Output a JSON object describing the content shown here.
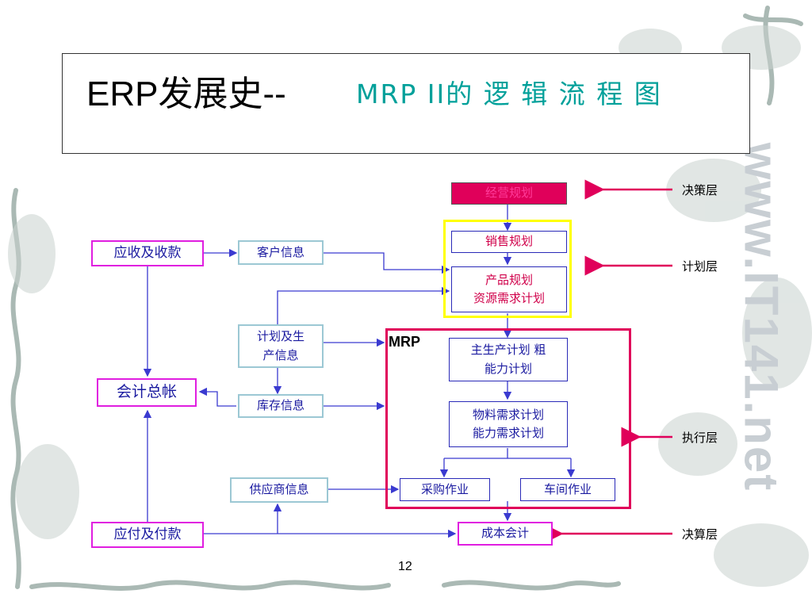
{
  "title": {
    "main": "ERP发展史--",
    "sub": "MRP II的 逻 辑 流 程 图"
  },
  "nodes": {
    "business_planning": "经营规划",
    "sales_planning": "销售规划",
    "product_planning_line1": "产品规划",
    "product_planning_line2": "资源需求计划",
    "mps_line1": "主生产计划 粗",
    "mps_line2": "能力计划",
    "mrp_line1": "物料需求计划",
    "mrp_line2": "能力需求计划",
    "purchasing": "采购作业",
    "shop_floor": "车间作业",
    "cost_accounting": "成本会计",
    "receivables": "应收及收款",
    "payables": "应付及付款",
    "general_ledger": "会计总帐",
    "customer_info": "客户信息",
    "plan_production_info_line1": "计划及生",
    "plan_production_info_line2": "产信息",
    "inventory_info": "库存信息",
    "supplier_info": "供应商信息"
  },
  "mrp_label": "MRP",
  "layers": {
    "decision": "决策层",
    "planning": "计划层",
    "execution": "执行层",
    "settlement": "决算层"
  },
  "page_number": "12",
  "watermark": "www.IT141.net",
  "colors": {
    "title_sub": "#00a09a",
    "node_text": "#1a1aa0",
    "accent_magenta": "#e01ee0",
    "layer_arrow": "#e0005a",
    "mrp_frame": "#e0005a",
    "planning_frame": "#ffff00",
    "connector": "#3a3ad0"
  }
}
